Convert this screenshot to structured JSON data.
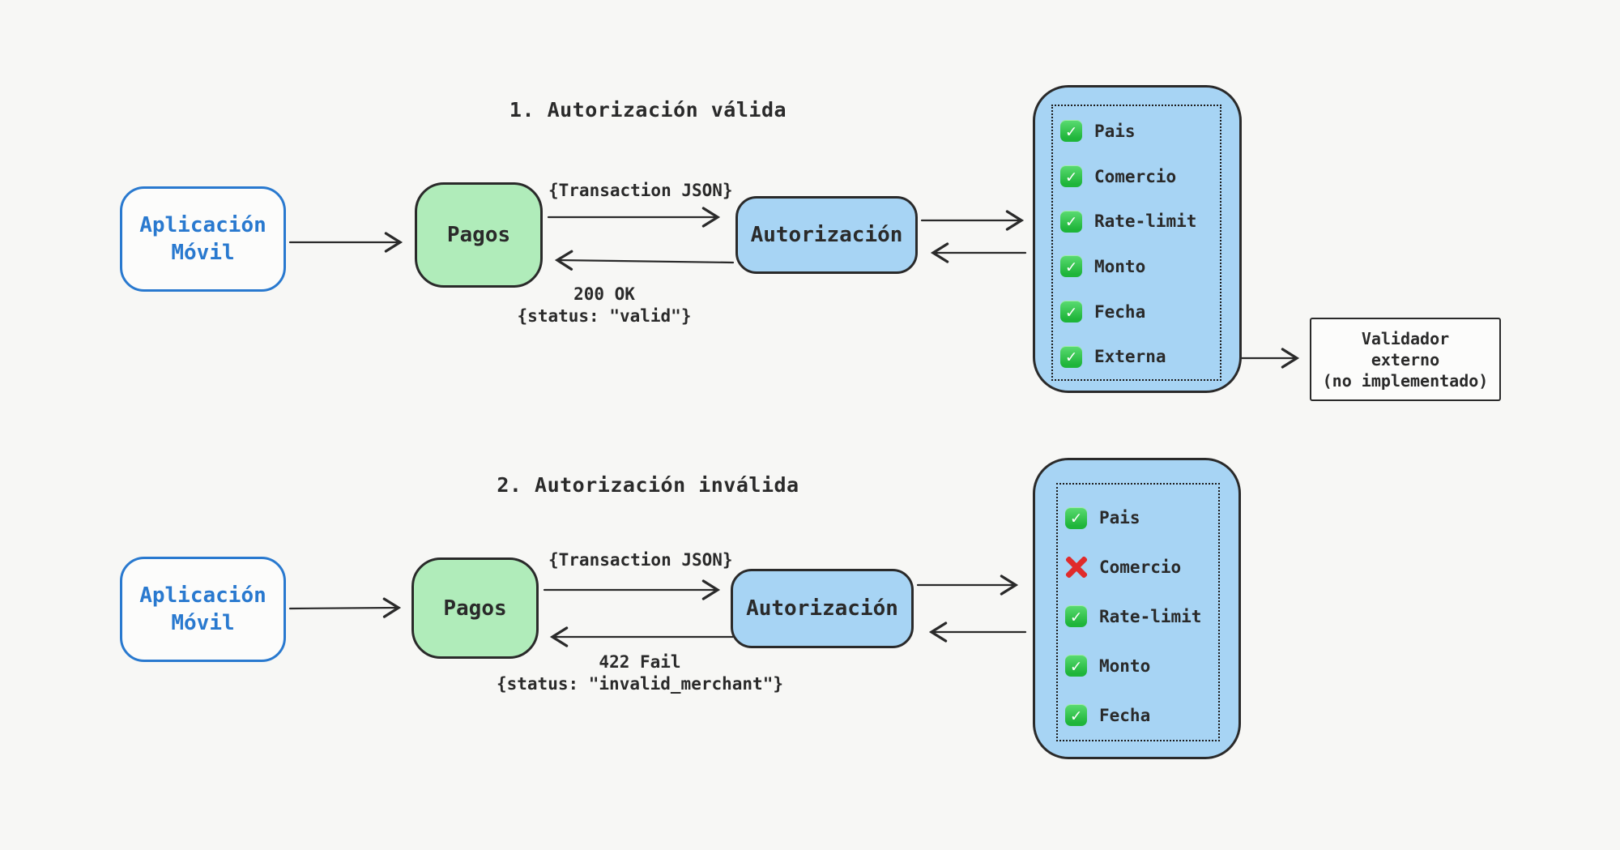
{
  "colors": {
    "bg": "#f7f7f5",
    "ink": "#2a2a2a",
    "blue_fill": "#a7d4f4",
    "green_fill": "#b0ecba",
    "app_blue": "#2979cf",
    "check_green": "#1fb53a",
    "cross_red": "#e02b2b",
    "box_white": "#fcfcfb"
  },
  "flows": [
    {
      "title": "1. Autorización válida",
      "app": {
        "lines": [
          "Aplicación",
          "Móvil"
        ]
      },
      "pagos_label": "Pagos",
      "auth_label": "Autorización",
      "request_label": "{Transaction JSON}",
      "response_lines": [
        "200 OK",
        "{status: \"valid\"}"
      ],
      "checklist": [
        {
          "label": "Pais",
          "status": "pass",
          "icon": "check-icon"
        },
        {
          "label": "Comercio",
          "status": "pass",
          "icon": "check-icon"
        },
        {
          "label": "Rate-limit",
          "status": "pass",
          "icon": "check-icon"
        },
        {
          "label": "Monto",
          "status": "pass",
          "icon": "check-icon"
        },
        {
          "label": "Fecha",
          "status": "pass",
          "icon": "check-icon"
        },
        {
          "label": "Externa",
          "status": "pass",
          "icon": "check-icon"
        }
      ],
      "external": {
        "lines": [
          "Validador",
          "externo",
          "(no implementado)"
        ]
      }
    },
    {
      "title": "2. Autorización inválida",
      "app": {
        "lines": [
          "Aplicación",
          "Móvil"
        ]
      },
      "pagos_label": "Pagos",
      "auth_label": "Autorización",
      "request_label": "{Transaction JSON}",
      "response_lines": [
        "422 Fail",
        "{status: \"invalid_merchant\"}"
      ],
      "checklist": [
        {
          "label": "Pais",
          "status": "pass",
          "icon": "check-icon"
        },
        {
          "label": "Comercio",
          "status": "fail",
          "icon": "cross-icon"
        },
        {
          "label": "Rate-limit",
          "status": "pass",
          "icon": "check-icon"
        },
        {
          "label": "Monto",
          "status": "pass",
          "icon": "check-icon"
        },
        {
          "label": "Fecha",
          "status": "pass",
          "icon": "check-icon"
        }
      ]
    }
  ]
}
